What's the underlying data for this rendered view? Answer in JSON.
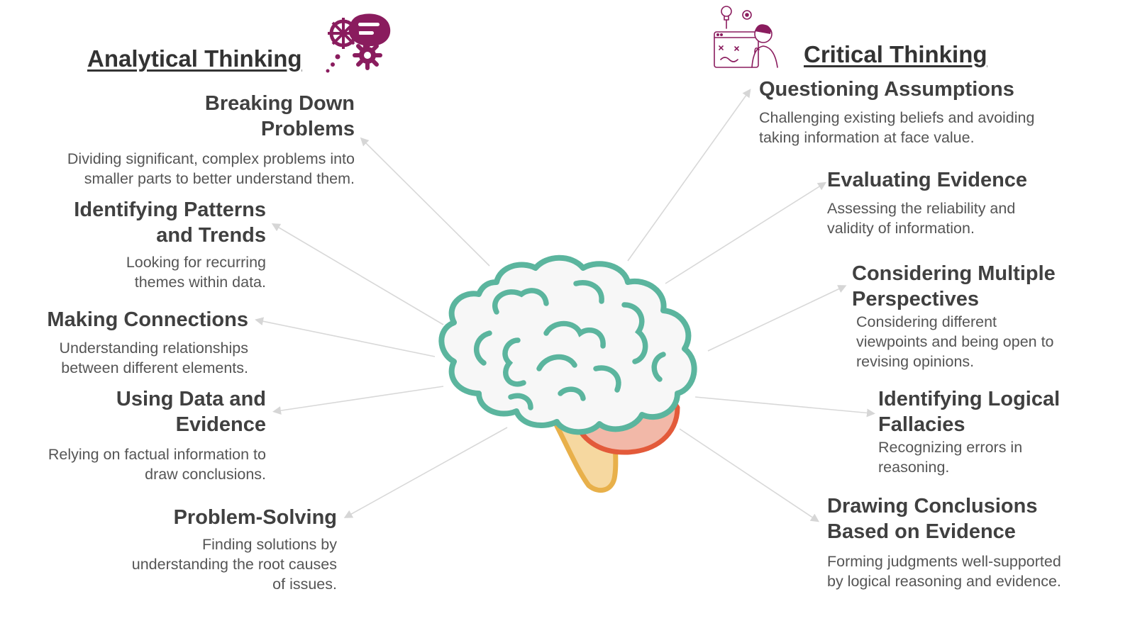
{
  "left": {
    "title": "Analytical Thinking",
    "icon": "gears-chat-icon",
    "items": [
      {
        "title": "Breaking Down Problems",
        "desc": "Dividing significant, complex problems into smaller parts to better understand them."
      },
      {
        "title": "Identifying Patterns and Trends",
        "desc": "Looking for recurring themes within data."
      },
      {
        "title": "Making Connections",
        "desc": "Understanding relationships between different elements."
      },
      {
        "title": "Using Data and Evidence",
        "desc": "Relying on factual information to draw conclusions."
      },
      {
        "title": "Problem-Solving",
        "desc": "Finding solutions by understanding the root causes of issues."
      }
    ]
  },
  "right": {
    "title": "Critical Thinking",
    "icon": "thinking-person-icon",
    "items": [
      {
        "title": "Questioning Assumptions",
        "desc": "Challenging existing beliefs and avoiding taking information at face value."
      },
      {
        "title": "Evaluating Evidence",
        "desc": "Assessing the reliability and validity of information."
      },
      {
        "title": "Considering Multiple Perspectives",
        "desc": "Considering different viewpoints and being open to revising opinions."
      },
      {
        "title": "Identifying Logical Fallacies",
        "desc": "Recognizing errors in reasoning."
      },
      {
        "title": "Drawing Conclusions Based on Evidence",
        "desc": "Forming judgments well-supported by logical reasoning and evidence."
      }
    ]
  },
  "colors": {
    "accent_purple": "#8a1c5e",
    "brain_outline": "#5bb59e",
    "brain_fill": "#f7f7f7",
    "cerebellum_fill": "#f2b8a8",
    "cerebellum_outline": "#e35a3a",
    "stem_fill": "#f6d8a0",
    "stem_outline": "#e8b04a",
    "arrow": "#d6d6d6"
  }
}
